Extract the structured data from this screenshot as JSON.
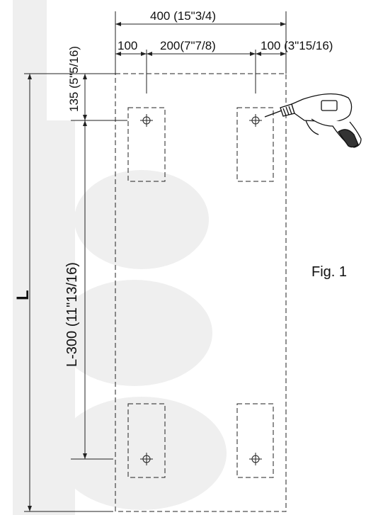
{
  "dimensions": {
    "overall_width": "400 (15\"3/4)",
    "left_margin": "100",
    "center_spacing": "200(7\"7/8)",
    "right_margin": "100 (3\"15/16)",
    "top_offset": "135 (5\"5/16)",
    "vertical_spacing": "L-300 (11\"13/16)",
    "length": "L"
  },
  "figure_label": "Fig. 1",
  "watermark_color": "#eeeeee"
}
